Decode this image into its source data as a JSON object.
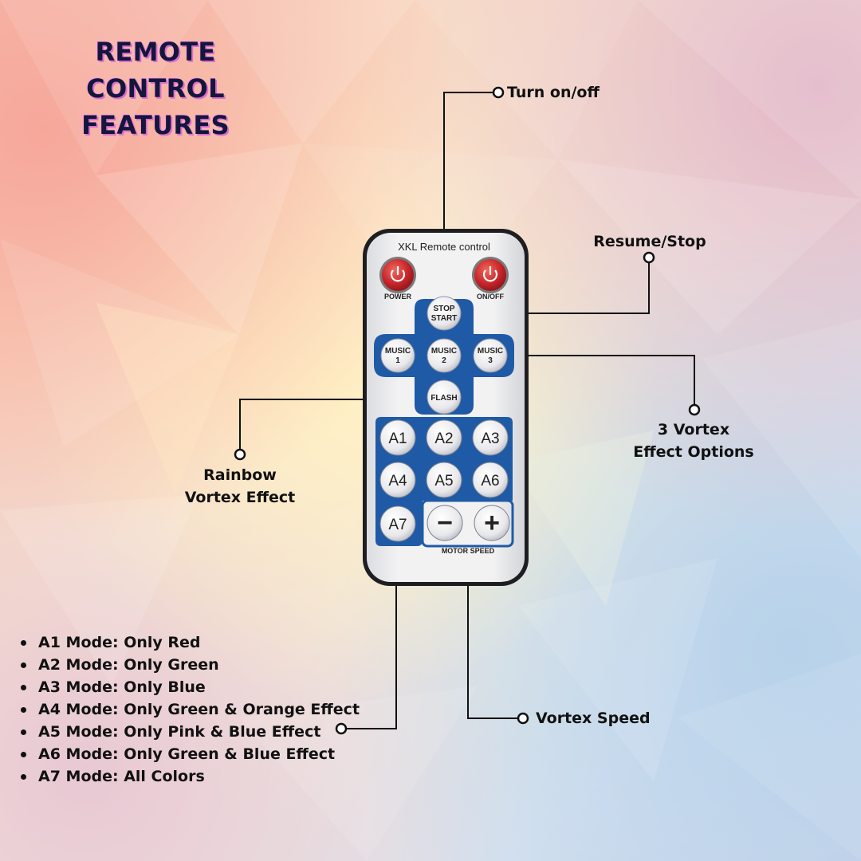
{
  "title": {
    "line1": "REMOTE CONTROL",
    "line2": "FEATURES"
  },
  "callouts": {
    "power": "Turn on/off",
    "resume": "Resume/Stop",
    "vortex_options": {
      "line1": "3 Vortex",
      "line2": "Effect Options"
    },
    "rainbow": {
      "line1": "Rainbow",
      "line2": "Vortex Effect"
    },
    "speed": "Vortex Speed"
  },
  "remote": {
    "brand": "XKL Remote control",
    "power_label": "POWER",
    "onoff_label": "ON/OFF",
    "stop": "STOP",
    "start": "START",
    "music": "MUSIC",
    "music1": "1",
    "music2": "2",
    "music3": "3",
    "flash": "FLASH",
    "modes": [
      "A1",
      "A2",
      "A3",
      "A4",
      "A5",
      "A6",
      "A7"
    ],
    "minus": "−",
    "plus": "+",
    "motor_speed": "MOTOR SPEED"
  },
  "features": [
    "A1 Mode: Only Red",
    "A2 Mode: Only Green",
    "A3 Mode: Only Blue",
    "A4 Mode: Only Green & Orange Effect",
    "A5 Mode: Only Pink & Blue Effect",
    "A6 Mode: Only Green & Blue Effect",
    "A7 Mode: All Colors"
  ],
  "colors": {
    "power_red": "#c8262a",
    "panel_blue": "#1f5aa6",
    "remote_body": "#eceded"
  }
}
